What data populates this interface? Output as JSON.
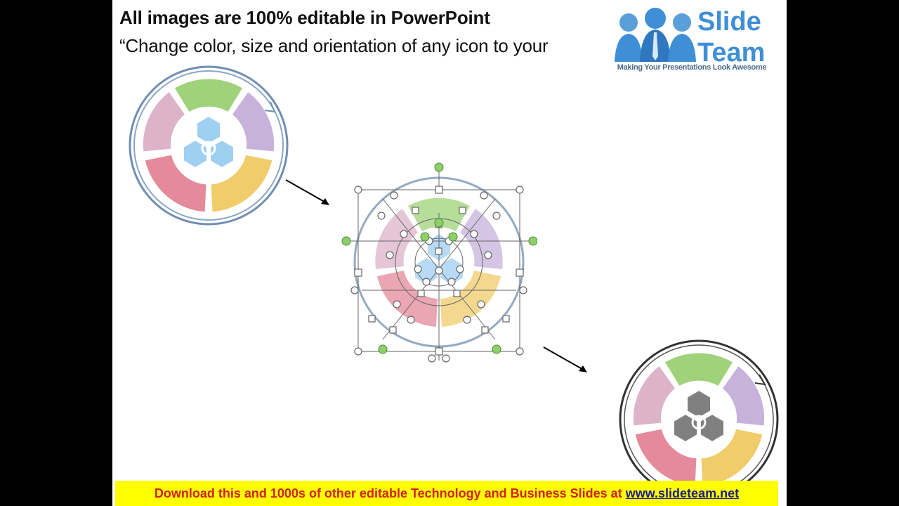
{
  "slide": {
    "title": "All images are 100% editable in PowerPoint",
    "subtitle": "“Change color, size and orientation of any icon to your"
  },
  "logo": {
    "word1": "Slide",
    "word2": "Team",
    "tagline": "Making Your Presentations Look Awesome"
  },
  "banner": {
    "text": "Download this and 1000s of other editable Technology and Business Slides at ",
    "link": "www.slideteam.net"
  },
  "colors": {
    "green": "#9fd27a",
    "purple": "#c7b2dc",
    "pink": "#dcb3c9",
    "red": "#e48a9a",
    "yellow": "#f1cc6a",
    "blue": "#9fd0f2",
    "gray": "#808080",
    "banner": "#ffff00"
  },
  "icons": [
    "hexagon-cluster-icon",
    "cycle-arrow-icon",
    "selection-handle-icon"
  ]
}
